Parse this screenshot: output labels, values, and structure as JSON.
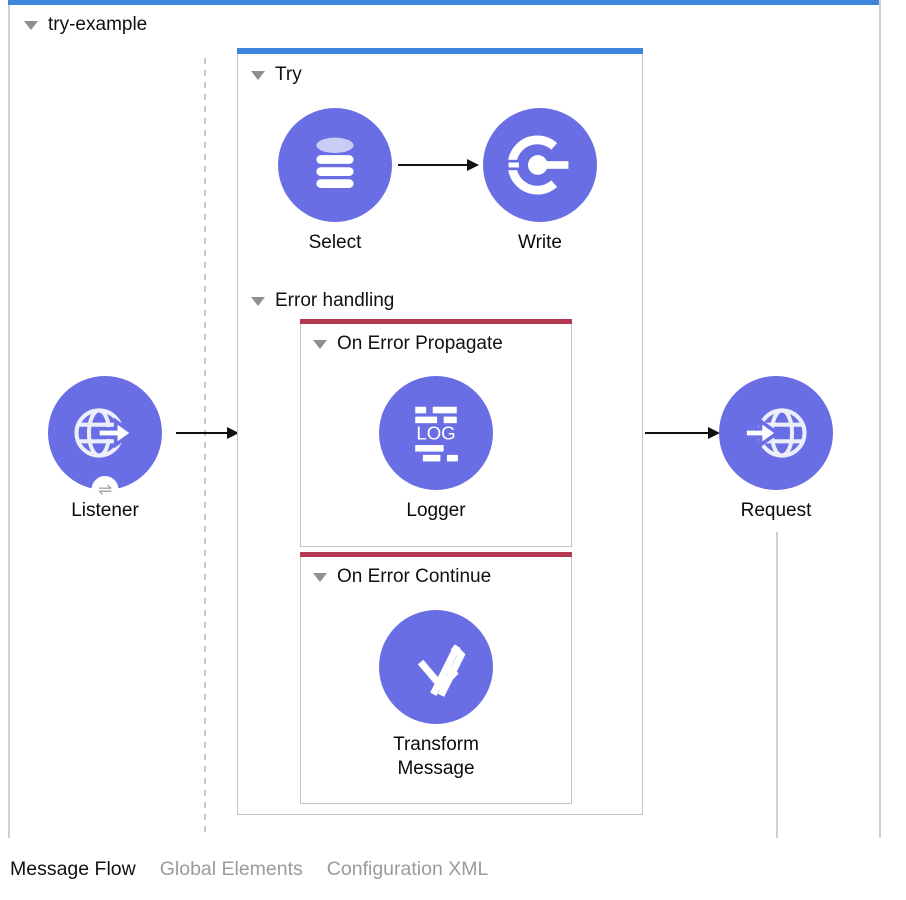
{
  "flow": {
    "title": "try-example"
  },
  "scopes": {
    "try": {
      "label": "Try"
    },
    "error_handling": {
      "label": "Error handling"
    },
    "on_error_propagate": {
      "label": "On Error Propagate"
    },
    "on_error_continue": {
      "label": "On Error Continue"
    }
  },
  "nodes": {
    "listener": {
      "label": "Listener"
    },
    "select": {
      "label": "Select"
    },
    "write": {
      "label": "Write"
    },
    "logger": {
      "label": "Logger",
      "icon_text": "LOG"
    },
    "transform": {
      "label": "Transform Message"
    },
    "request": {
      "label": "Request"
    }
  },
  "icons": {
    "listener": "http-listener-globe-arrow-icon",
    "listener_badge": "message-exchange-arrows-icon",
    "select": "database-cylinder-icon",
    "write": "file-write-icon",
    "logger": "logger-log-lines-icon",
    "transform": "dataweave-icon",
    "request": "http-request-globe-arrow-icon",
    "collapse": "collapse-triangle-icon"
  },
  "badge_glyph": "⇌",
  "colors": {
    "accent_blue": "#3d86dc",
    "accent_red": "#b43a51",
    "node_purple": "#6a6ee4",
    "border_gray": "#c9c9c9"
  },
  "tabs": [
    {
      "label": "Message Flow",
      "active": true
    },
    {
      "label": "Global Elements",
      "active": false
    },
    {
      "label": "Configuration XML",
      "active": false
    }
  ]
}
